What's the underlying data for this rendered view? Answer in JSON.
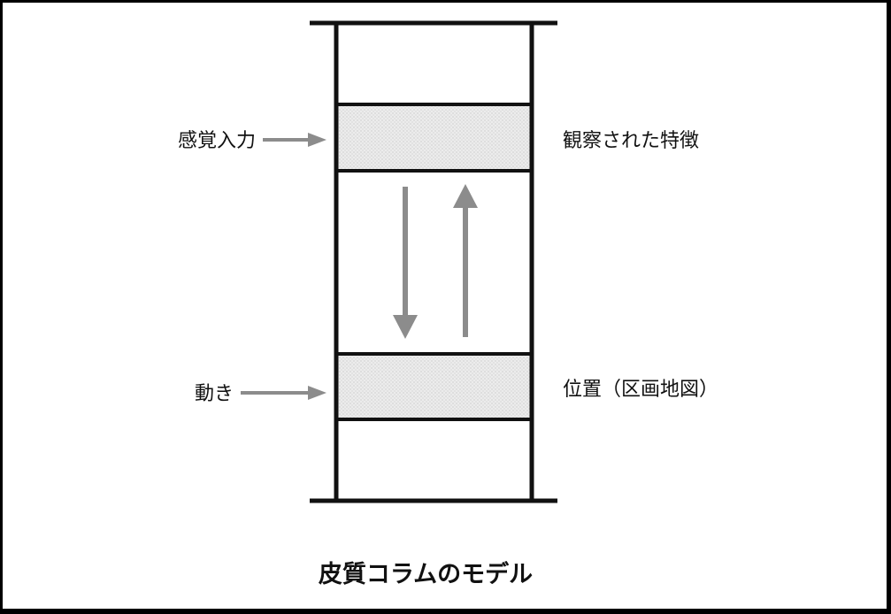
{
  "labels": {
    "sensory_input": "感覚入力",
    "movement": "動き",
    "observed_feature": "観察された特徴",
    "location": "位置（区画地図）"
  },
  "caption": "皮質コラムのモデル",
  "colors": {
    "frame": "#000000",
    "arrow": "#8c8c8c",
    "layer_fill": "#e6e6e6",
    "line": "#111111"
  }
}
